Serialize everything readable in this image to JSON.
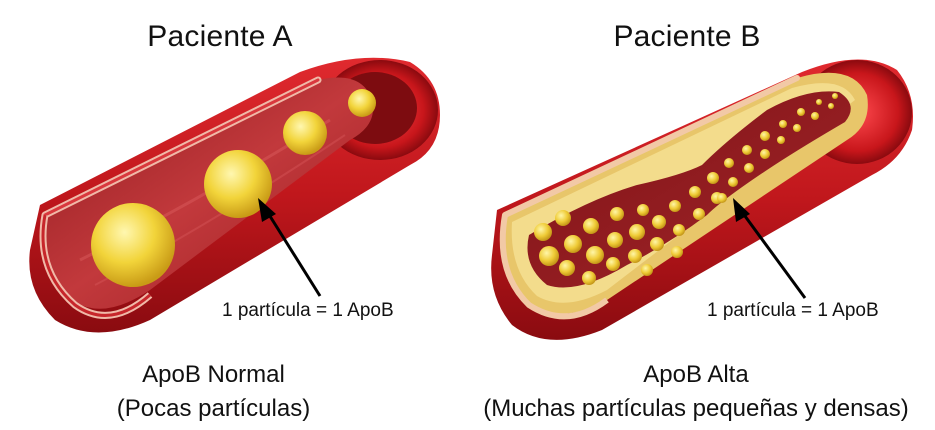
{
  "panel_a": {
    "title": "Paciente A",
    "particle_label": "1 partícula = 1 ApoB",
    "caption_main": "ApoB Normal",
    "caption_sub": "(Pocas partículas)"
  },
  "panel_b": {
    "title": "Paciente B",
    "particle_label": "1 partícula = 1 ApoB",
    "caption_main": "ApoB Alta",
    "caption_sub": "(Muchas partículas pequeñas y densas)"
  },
  "colors": {
    "vessel_outer": "#c4161c",
    "vessel_dark": "#7a0a0e",
    "vessel_inner": "#b0262a",
    "plaque": "#ecd27a",
    "particle": "#f2d23c"
  }
}
